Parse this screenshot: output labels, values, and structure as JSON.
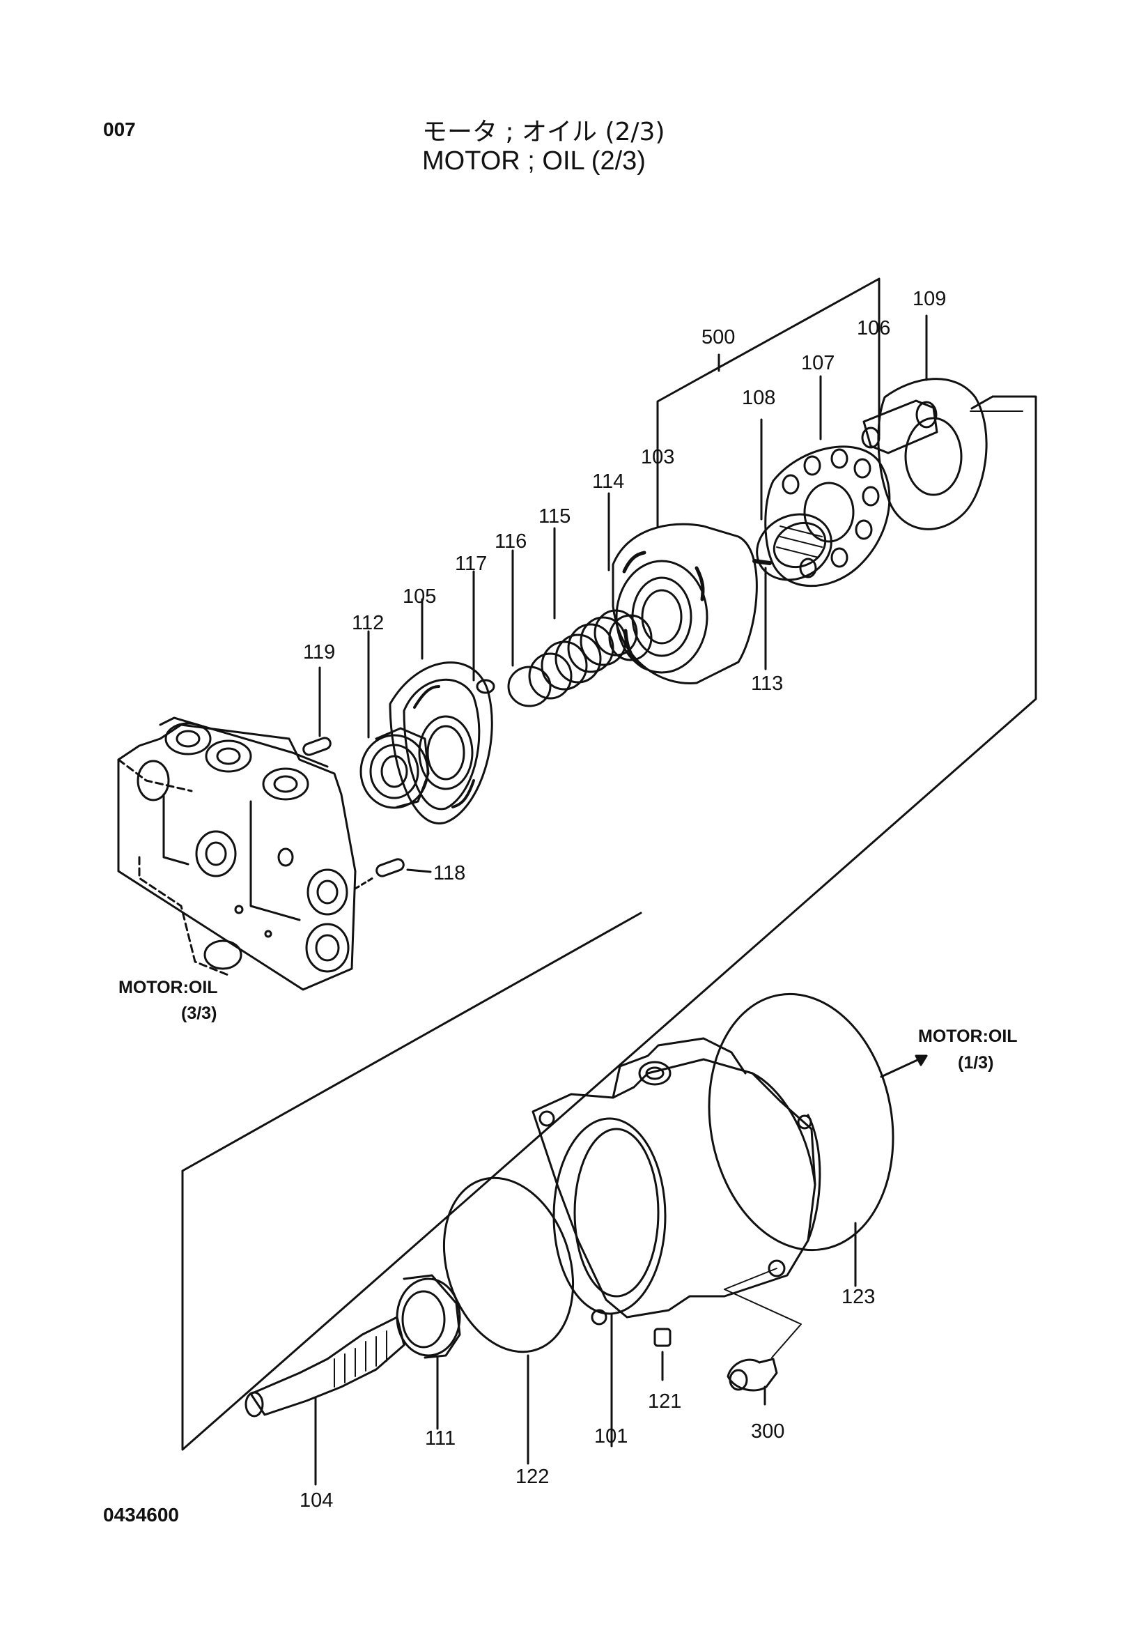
{
  "header": {
    "page_number": "007",
    "title_jp": "モータ ; オイル (2/3)",
    "title_en": "MOTOR ; OIL (2/3)"
  },
  "footer": {
    "document_code": "0434600"
  },
  "references": {
    "motor_oil_3_line1": "MOTOR:OIL",
    "motor_oil_3_line2": "(3/3)",
    "motor_oil_1_line1": "MOTOR:OIL",
    "motor_oil_1_line2": "(1/3)"
  },
  "parts": {
    "p101": "101",
    "p103": "103",
    "p104": "104",
    "p105": "105",
    "p106": "106",
    "p107": "107",
    "p108": "108",
    "p109": "109",
    "p111": "111",
    "p112": "112",
    "p113": "113",
    "p114": "114",
    "p115": "115",
    "p116": "116",
    "p117": "117",
    "p118": "118",
    "p119": "119",
    "p121": "121",
    "p122": "122",
    "p123": "123",
    "p300": "300",
    "p500": "500"
  }
}
